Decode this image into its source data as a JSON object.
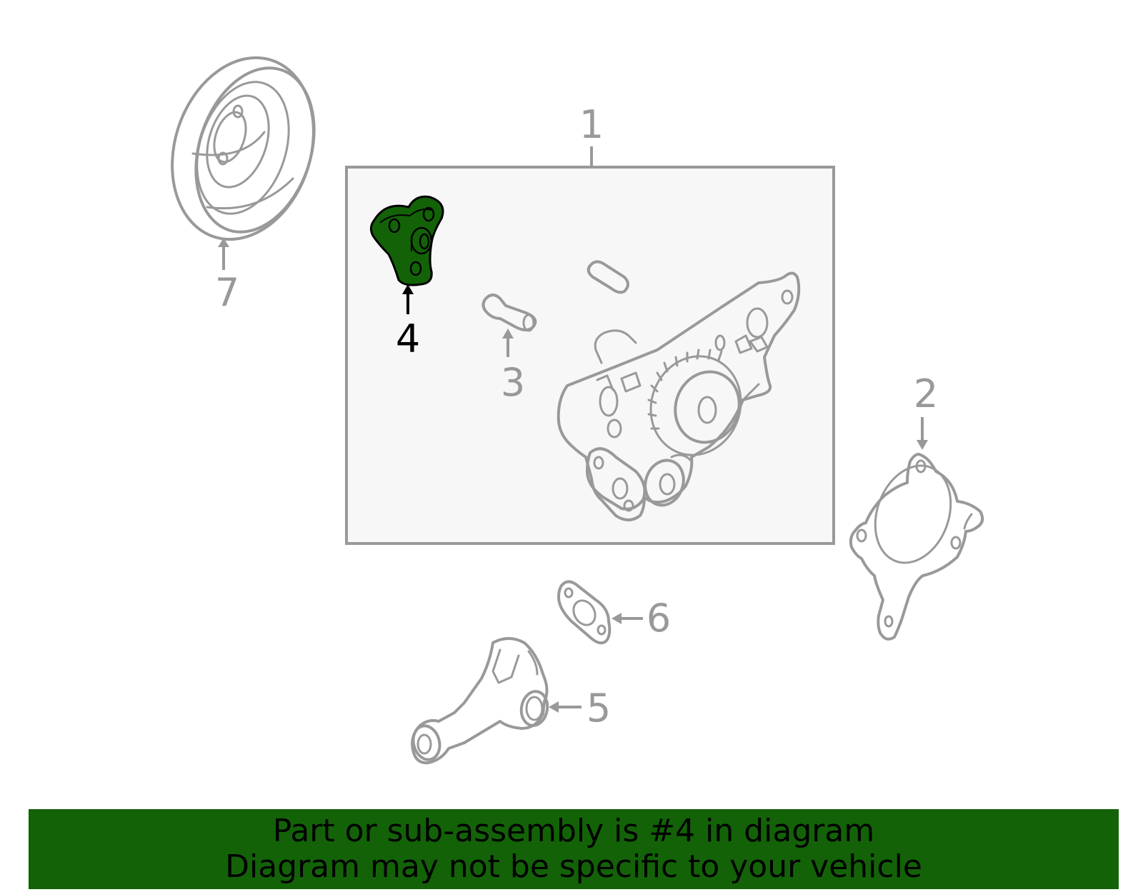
{
  "diagram": {
    "highlight_color": "#136208",
    "line_color": "#999999",
    "highlighted_part": "4",
    "callouts": [
      "1",
      "2",
      "3",
      "4",
      "5",
      "6",
      "7"
    ]
  },
  "banner": {
    "line1": "Part or sub-assembly is #4 in diagram",
    "line2": "Diagram may not be specific to your vehicle",
    "background": "#136208"
  }
}
